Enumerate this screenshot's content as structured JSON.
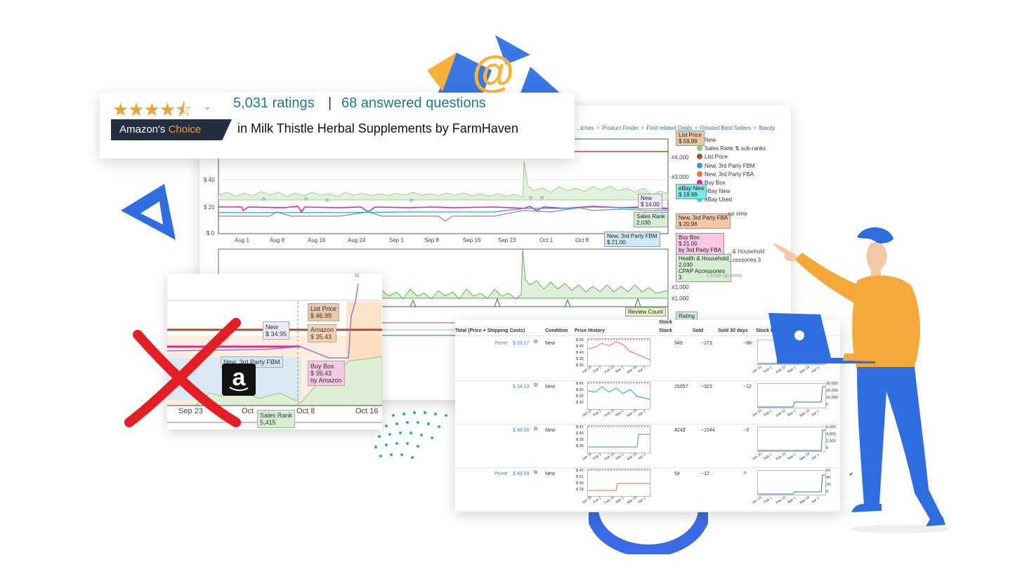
{
  "rating_card": {
    "stars": "★★★★⯪",
    "ratings": "5,031 ratings",
    "separator": "|",
    "questions": "68 answered questions",
    "badge_prefix": "Amazon's",
    "badge_suffix": "Choice",
    "category_text": "in Milk Thistle Herbal Supplements by FarmHaven"
  },
  "chart": {
    "nav_links": "...tches ✧ Product Finder ✧ Find related Deals ✧ Related Best Sellers ✧ fbacity",
    "y_labels": [
      "$ 40",
      "$ 20",
      "$ 0"
    ],
    "x_labels": [
      "Aug 1",
      "Aug 8",
      "Aug 16",
      "Aug 24",
      "Sep 1",
      "Sep 8",
      "Sep 16",
      "Sep 23",
      "Oct 1",
      "Oct 8"
    ],
    "right_labels": [
      "#4,000",
      "#3,000",
      "#2,000",
      "#1,000"
    ],
    "legend": [
      {
        "label": "New",
        "color": "#8a7fd0"
      },
      {
        "label": "Sales Rank  ⇅  sub-ranks",
        "color": "#8fc88a"
      },
      {
        "label": "List Price",
        "color": "#a0522d"
      },
      {
        "label": "New, 3rd Party FBM",
        "color": "#2a9dd8"
      },
      {
        "label": "New, 3rd Party FBA",
        "color": "#f07030"
      },
      {
        "label": "Buy Box",
        "color": "#f020a0"
      },
      {
        "label": "eBay New",
        "color": "#40d0d0"
      },
      {
        "label": "eBay Used",
        "color": "#40d0d0"
      }
    ],
    "tags": {
      "list_price": "List Price\n$ 59.99",
      "ebay_new": "eBay New\n$ 19.99",
      "new": "New\n$ 14.00",
      "sales_rank": "Sales Rank\n2,030",
      "fbm": "New, 3rd Party FBM\n$ 21.00",
      "fba": "New, 3rd Party FBA\n$ 20.96",
      "buy_box": "Buy Box\n$ 21.00\nby 3rd Party FBA",
      "health": "Health & Household\n2,030\nCPAP Accessories\n3",
      "review_count": "Review Count",
      "rating": "Rating",
      "health2": "...& Household",
      "cpap2": "...cessories 3",
      "closeup1": "...up view",
      "closeup2": "Close-up view"
    }
  },
  "zoom": {
    "x_labels": [
      "Sep 23",
      "Oct",
      "Oct 8",
      "Oct 16"
    ],
    "tags": {
      "list_price": "List Price\n$ 46.99",
      "amazon": "Amazon\n$ 35.43",
      "new": "New\n$ 34.95",
      "fbm": "New, 3rd Party FBM",
      "buy_box": "Buy Box\n$ 35.43\nby Amazon",
      "sales_rank": "Sales Rank\n5,415"
    }
  },
  "table": {
    "stock_header": "Stock",
    "headers": [
      "Total (Price + Shipping Costs)",
      "Condition",
      "Price History",
      "Stock",
      "Sold",
      "Sold 30 days",
      "Stock His..."
    ],
    "rows": [
      {
        "prime": "Prime",
        "price": "$ 33.17",
        "condition": "New",
        "stock": "949",
        "sold": "~273",
        "sold30": "~88",
        "yticks": [
          "$ 50",
          "$ 45",
          "$ 40",
          "$ 35",
          "$ 30"
        ],
        "sticks": []
      },
      {
        "prime": "",
        "price": "$ 34.19",
        "condition": "New",
        "stock": "25057",
        "sold": "~323",
        "sold30": "~12",
        "yticks": [
          "$ 45",
          "$ 40",
          "$ 35",
          "$ 30"
        ],
        "sticks": [
          "30,000",
          "20,000",
          "10,000",
          "0"
        ]
      },
      {
        "prime": "",
        "price": "$ 40.00",
        "condition": "New",
        "stock": "4243",
        "sold": "~1544",
        "sold30": "~3",
        "yticks": [
          "$ 42",
          "$ 40",
          "$ 38",
          "$ 36"
        ],
        "sticks": [
          "6,000",
          "4,000",
          "2,000",
          "0"
        ]
      },
      {
        "prime": "Prime",
        "price": "$ 40.59",
        "condition": "New",
        "stock": "54",
        "sold": "~12",
        "sold30": "?",
        "yticks": [
          "$ 42",
          "$ 41",
          "$ 40",
          "$ 39"
        ],
        "sticks": [
          "60",
          "40",
          "20",
          "0"
        ]
      }
    ],
    "mini_x": [
      "Jan 16",
      "Feb 1",
      "Feb 15",
      "Mar 1",
      "Mar 16",
      "Apr 1"
    ]
  },
  "icons": {
    "at_symbol": "@",
    "amazon_letter": "a",
    "checkmark": "✔"
  }
}
